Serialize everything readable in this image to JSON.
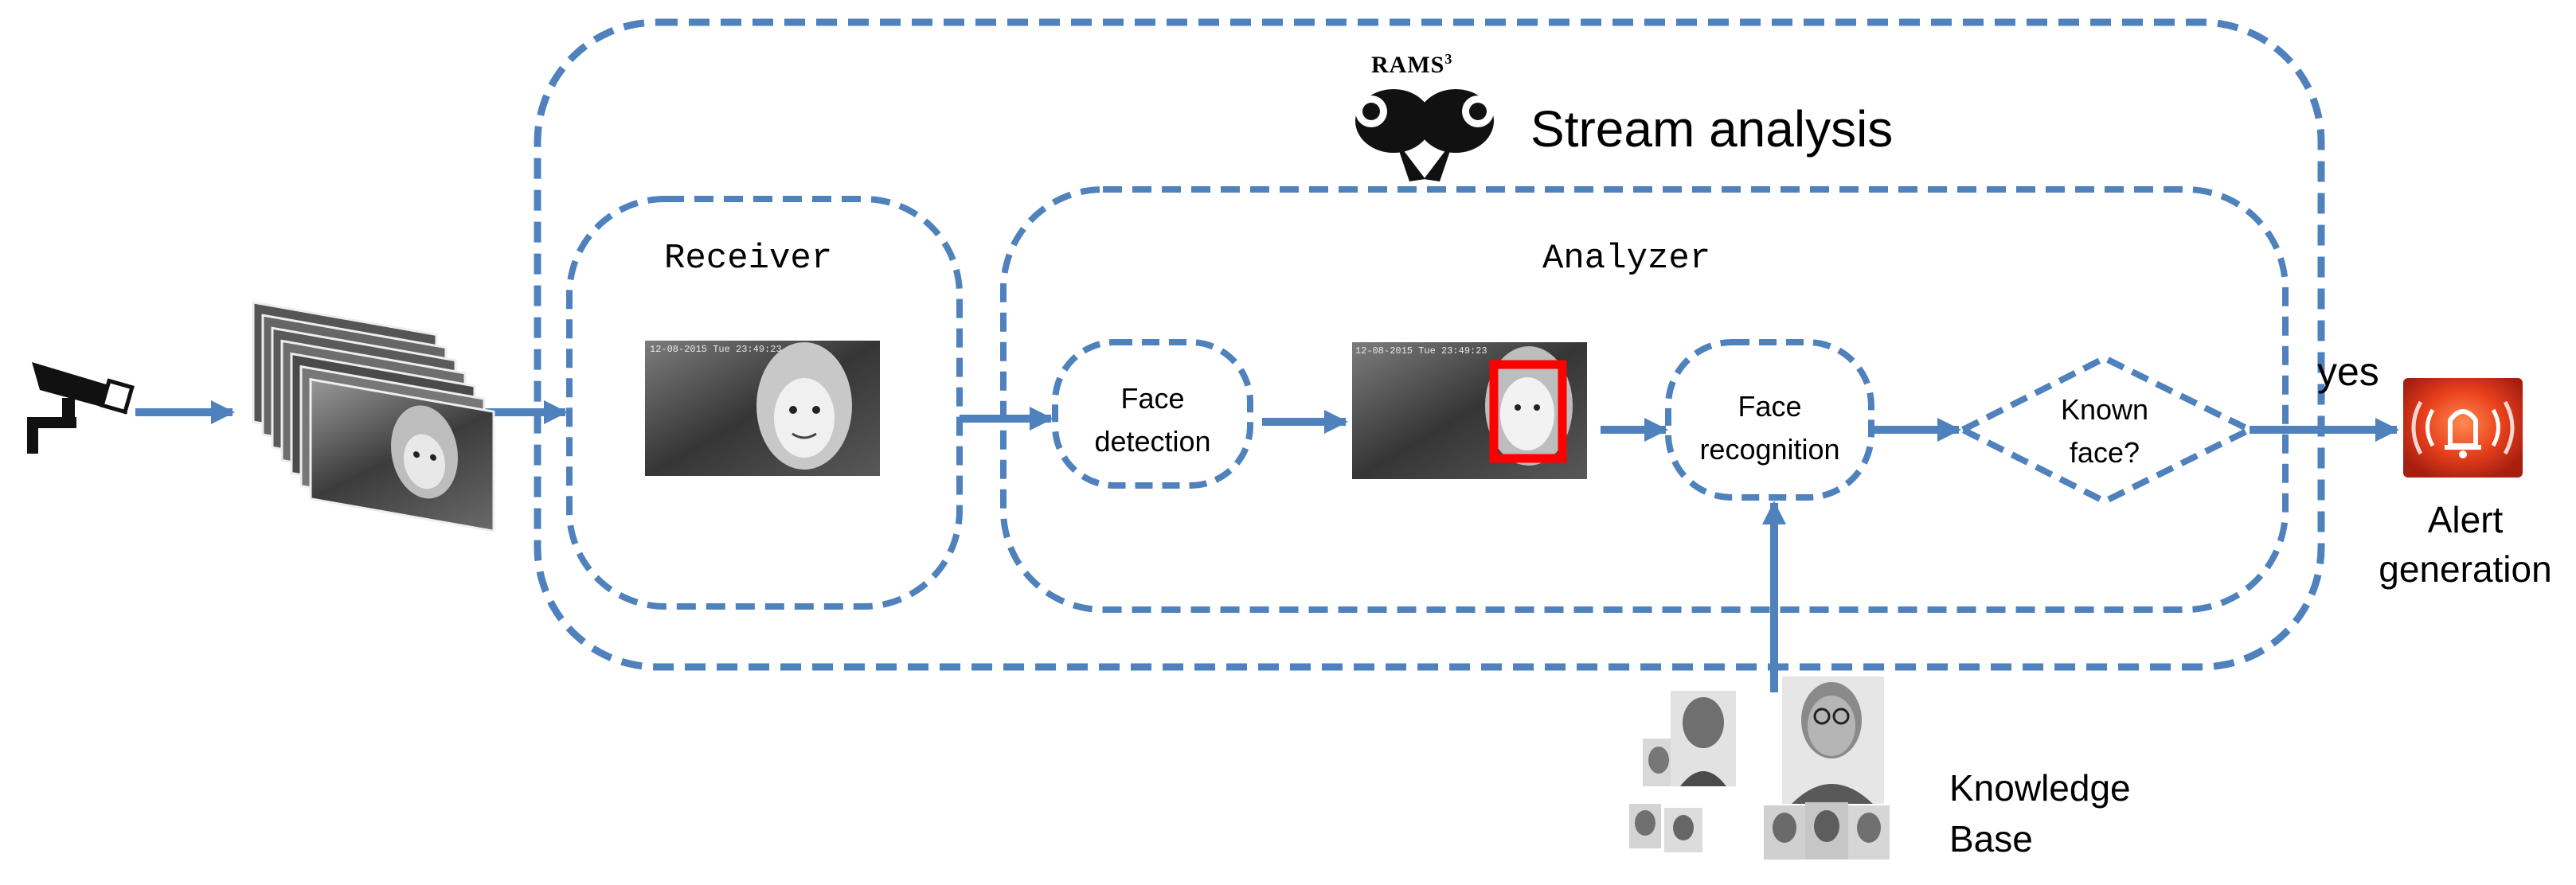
{
  "logo": {
    "text": "RAMS",
    "superscript": "3"
  },
  "title": "Stream analysis",
  "receiver": {
    "label": "Receiver",
    "frame_timestamp": "12-08-2015 Tue 23:49:23"
  },
  "analyzer": {
    "label": "Analyzer",
    "frame_timestamp": "12-08-2015 Tue 23:49:23"
  },
  "face_detection": {
    "line1": "Face",
    "line2": "detection"
  },
  "face_recognition": {
    "line1": "Face",
    "line2": "recognition"
  },
  "decision": {
    "line1": "Known",
    "line2": "face?",
    "yes_label": "yes"
  },
  "alert": {
    "line1": "Alert",
    "line2": "generation"
  },
  "knowledge_base": {
    "line1": "Knowledge",
    "line2": "Base"
  },
  "colors": {
    "flow": "#4f81bd",
    "detection_box": "#ff0000",
    "alert_red": "#e8401c"
  },
  "icons": [
    "security-camera-icon",
    "video-frames-icon",
    "ram-logo-icon",
    "alarm-bell-icon",
    "face-photos-icon"
  ]
}
